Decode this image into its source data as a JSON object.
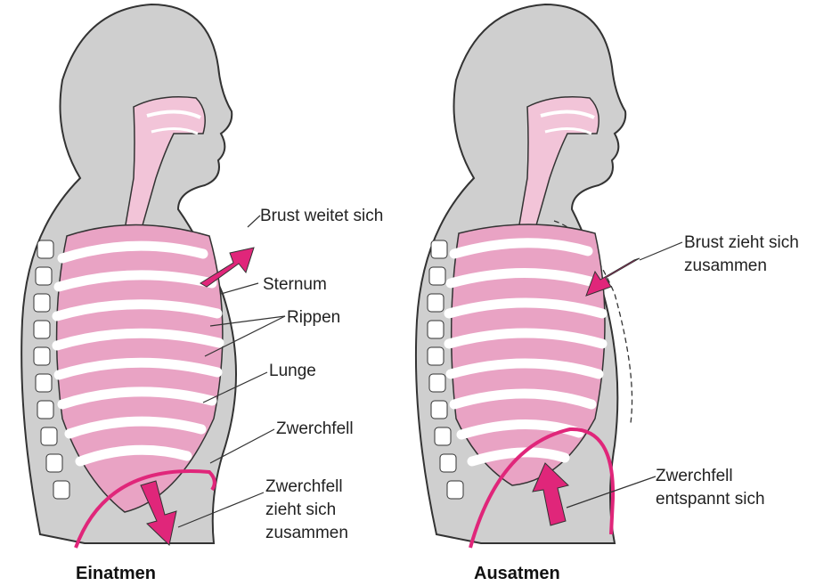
{
  "panels": [
    {
      "id": "inhale",
      "caption": "Einatmen",
      "labels": {
        "brust": "Brust weitet sich",
        "sternum": "Sternum",
        "rippen": "Rippen",
        "lunge": "Lunge",
        "zwerchfell": "Zwerchfell",
        "zwerchfell_action_1": "Zwerchfell",
        "zwerchfell_action_2": "zieht sich",
        "zwerchfell_action_3": "zusammen"
      }
    },
    {
      "id": "exhale",
      "caption": "Ausatmen",
      "labels": {
        "brust_1": "Brust zieht sich",
        "brust_2": "zusammen",
        "zwerchfell_1": "Zwerchfell",
        "zwerchfell_2": "entspannt sich"
      }
    }
  ],
  "colors": {
    "body_fill": "#cfcfcf",
    "outline": "#333333",
    "lung_pink": "#e9a3c4",
    "airway_pink": "#f2c4d8",
    "arrow_magenta": "#e0267a",
    "rib_white": "#ffffff"
  }
}
